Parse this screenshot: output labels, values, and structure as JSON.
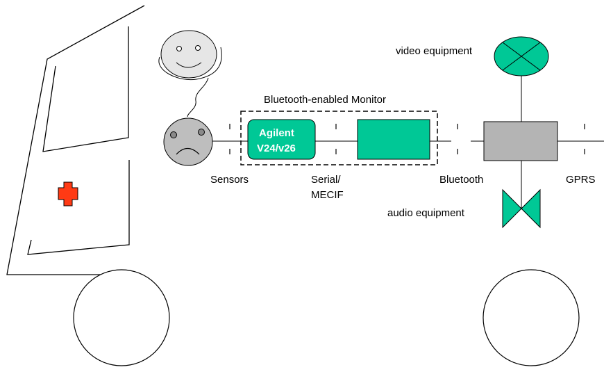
{
  "colors": {
    "teal": "#00c896",
    "gray": "#b4b4b4",
    "red_cross": "#ff3a14",
    "face_fill": "#d8d8d8",
    "line": "#000000"
  },
  "icons": {
    "happy_face": "smiling-face-icon",
    "sad_face": "frowning-face-icon",
    "cross": "red-cross-icon",
    "video": "video-equipment-icon",
    "audio": "audio-equipment-icon"
  },
  "labels": {
    "monitor_group": "Bluetooth-enabled Monitor",
    "agilent_line1": "Agilent",
    "agilent_line2": "V24/v26",
    "sensors": "Sensors",
    "serial_line1": "Serial/",
    "serial_line2": "MECIF",
    "bluetooth": "Bluetooth",
    "gprs": "GPRS",
    "video_equipment": "video equipment",
    "audio_equipment": "audio equipment"
  }
}
